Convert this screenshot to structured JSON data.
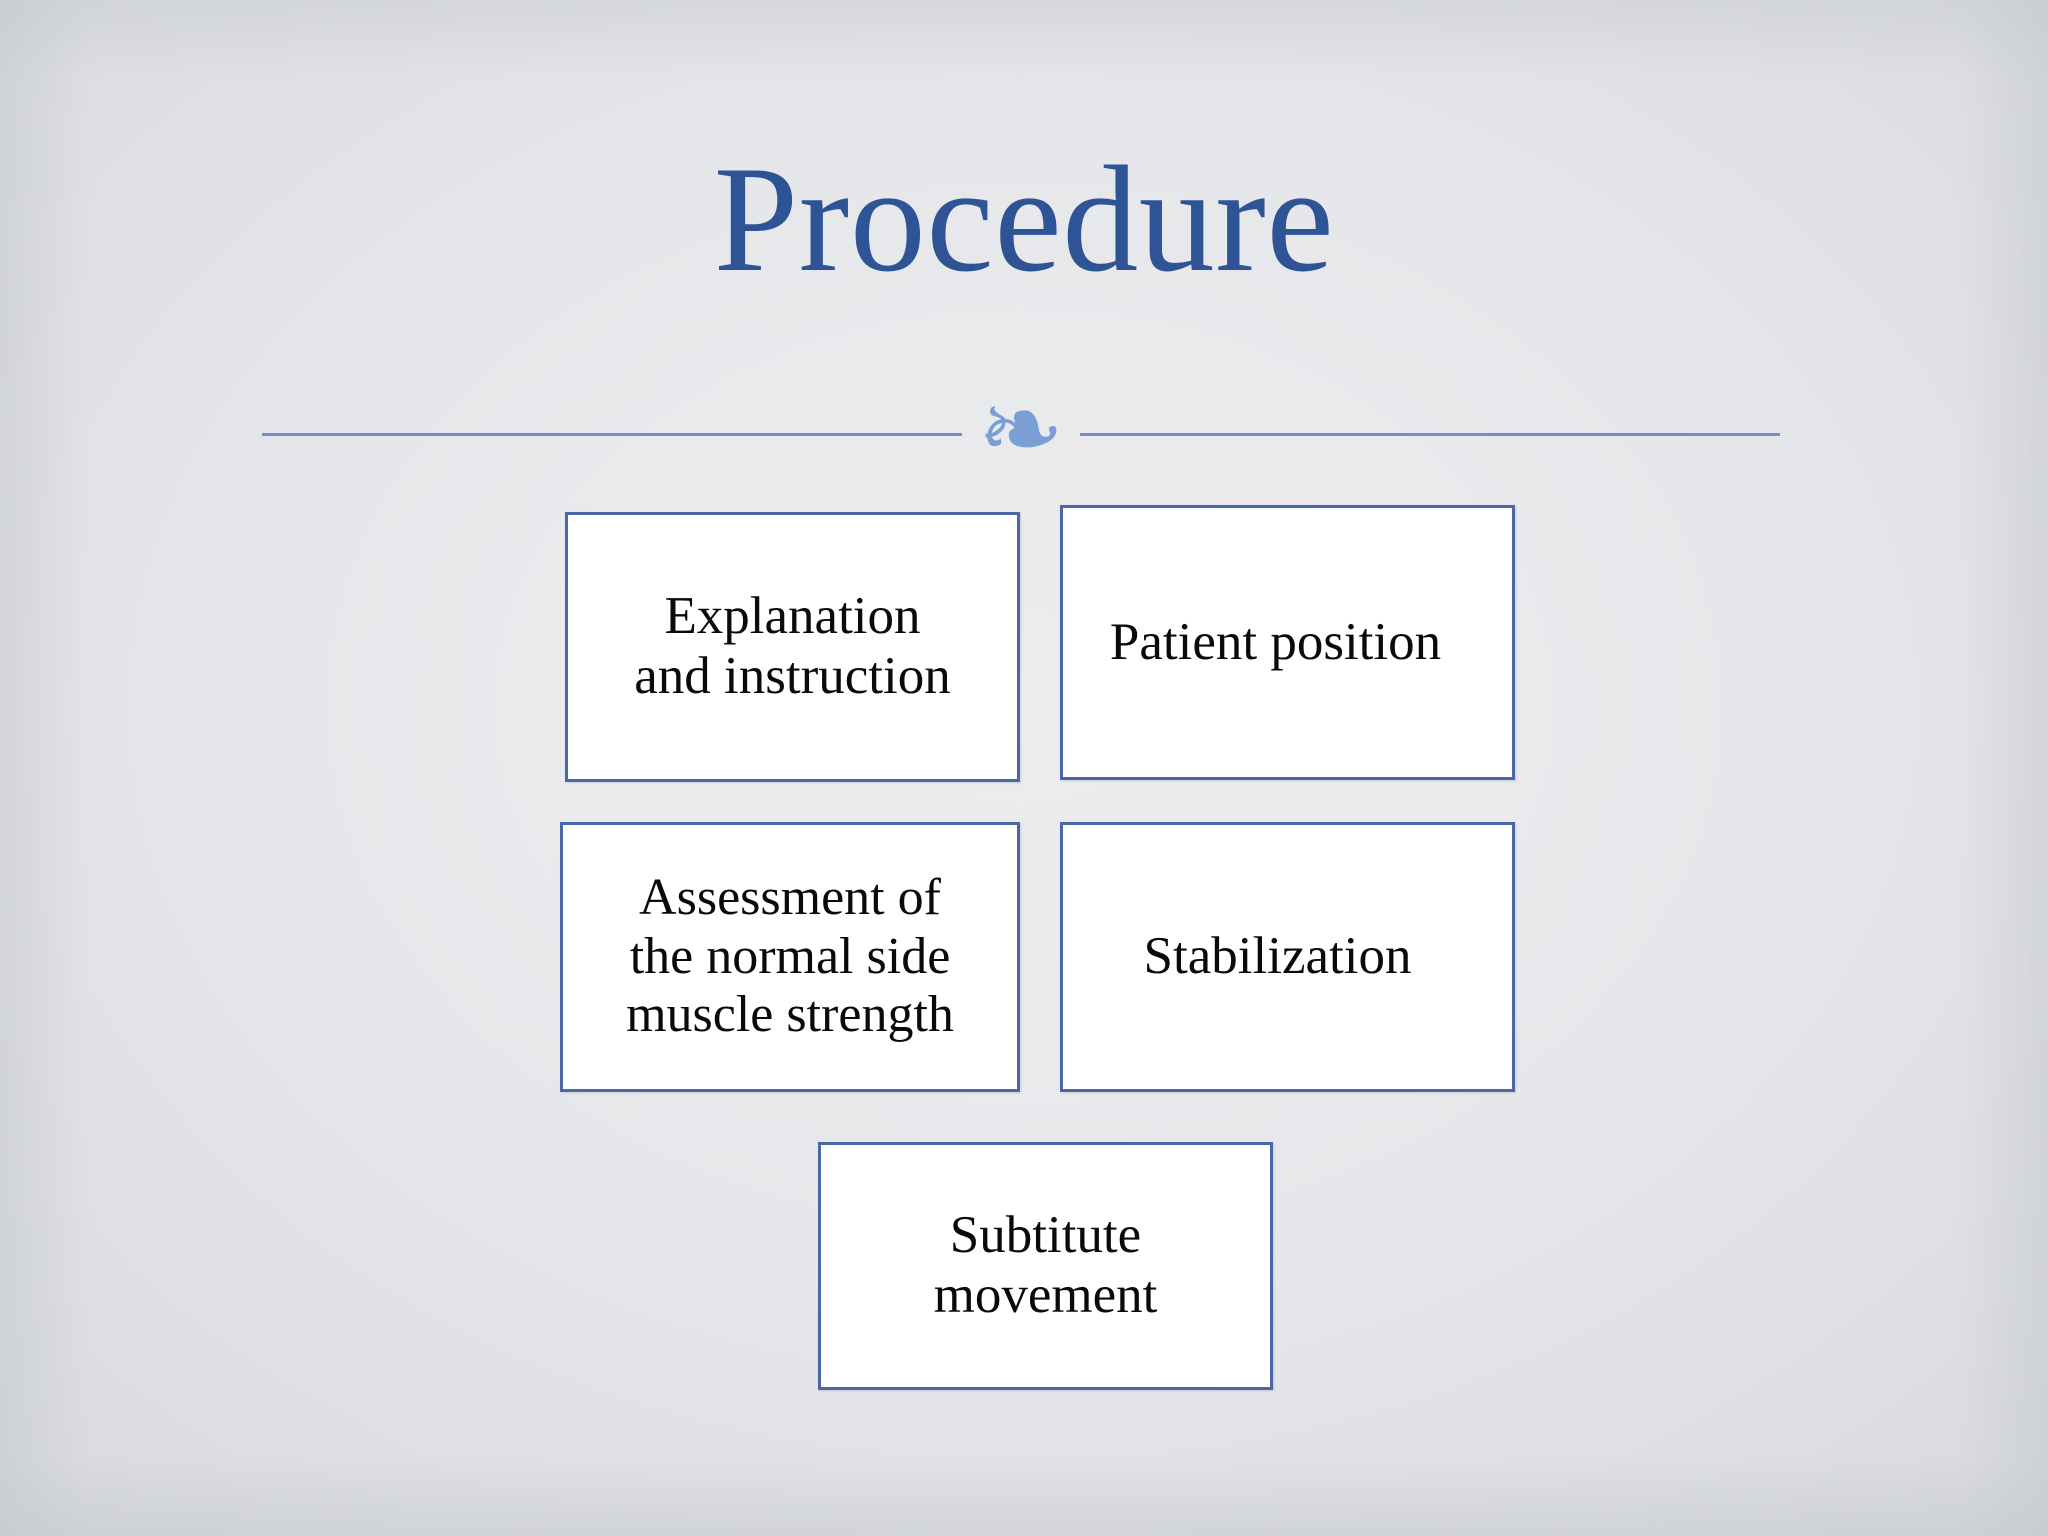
{
  "slide": {
    "title": "Procedure",
    "title_color": "#2f5496",
    "background_color": "#e9eaec",
    "ornament": {
      "glyph": "❧",
      "name": "rotated-floral-heart-ornament",
      "color": "#7a9fd4"
    },
    "divider_color": "#6f8ecb"
  },
  "boxes": [
    {
      "id": "explanation",
      "text": "Explanation\nand instruction",
      "border_color": "#4a68a6",
      "fill_color": "#ffffff",
      "text_color": "#0a0a0a"
    },
    {
      "id": "patient",
      "text": "Patient position",
      "border_color": "#4a68a6",
      "fill_color": "#ffffff",
      "text_color": "#0a0a0a"
    },
    {
      "id": "assessment",
      "text": "Assessment of\nthe normal side\nmuscle strength",
      "border_color": "#4a68a6",
      "fill_color": "#ffffff",
      "text_color": "#0a0a0a"
    },
    {
      "id": "stabilization",
      "text": "Stabilization",
      "border_color": "#4a68a6",
      "fill_color": "#ffffff",
      "text_color": "#0a0a0a"
    },
    {
      "id": "substitute",
      "text": "Subtitute\nmovement",
      "border_color": "#4a68a6",
      "fill_color": "#ffffff",
      "text_color": "#0a0a0a"
    }
  ]
}
